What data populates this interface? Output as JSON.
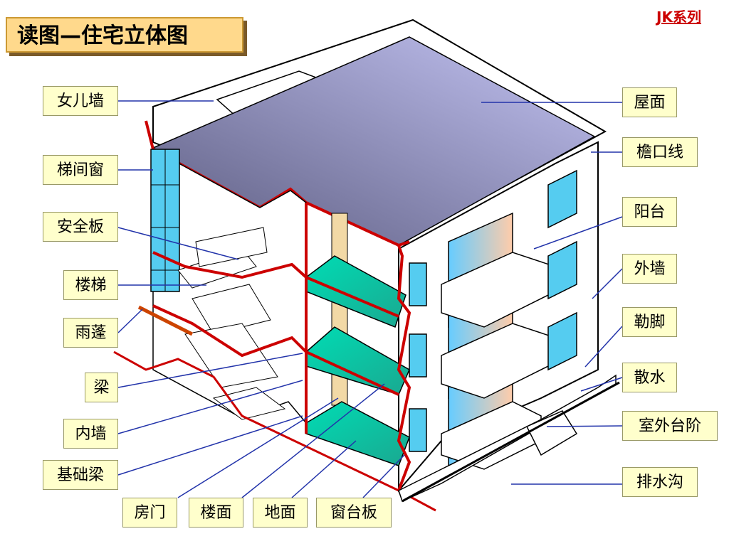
{
  "title": "读图—住宅立体图",
  "brand": "JK系列",
  "labels_left": [
    "女儿墙",
    "梯间窗",
    "安全板",
    "楼梯",
    "雨蓬",
    "梁",
    "内墙",
    "基础梁"
  ],
  "labels_bottom": [
    "房门",
    "楼面",
    "地面",
    "窗台板"
  ],
  "labels_right": [
    "屋面",
    "檐口线",
    "阳台",
    "外墙",
    "勒脚",
    "散水",
    "室外台阶",
    "排水沟"
  ],
  "colors": {
    "roof": "#8e8ec8",
    "floor": "#22ccaa",
    "window": "#55ccf0",
    "section_cut": "#cc0000",
    "leader": "#2233aa",
    "label_bg": "#ffffcc",
    "title_bg": "#ffd98c"
  }
}
